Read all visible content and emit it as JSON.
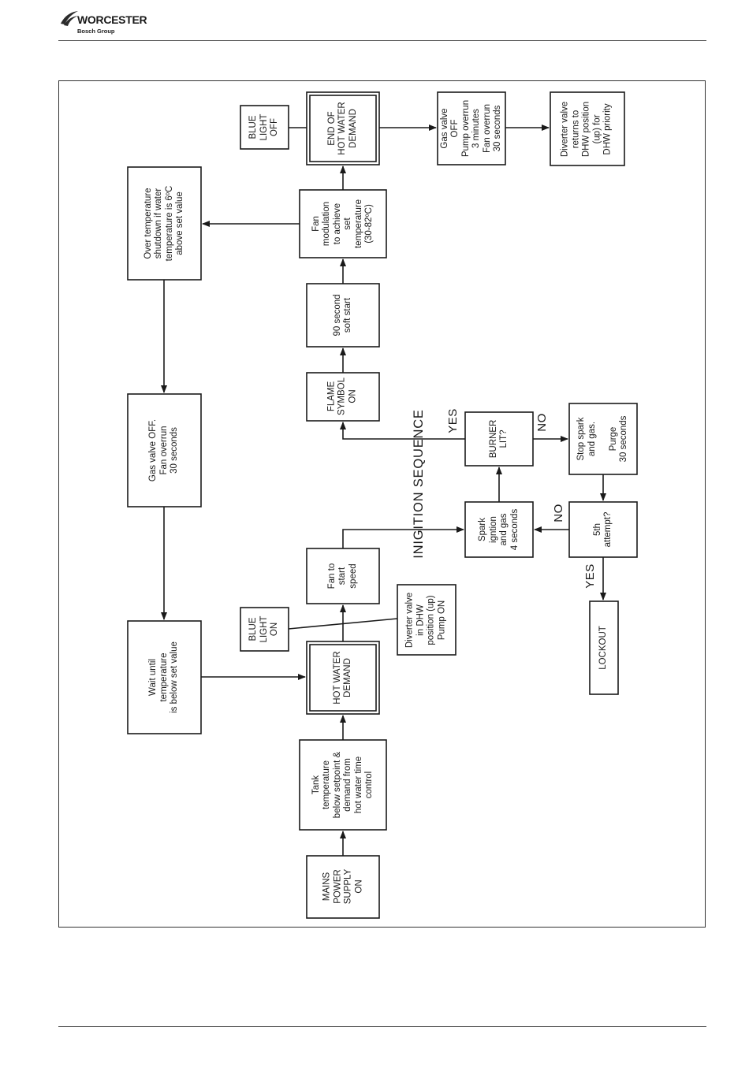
{
  "header": {
    "brand": "WORCESTER",
    "group": "Bosch Group"
  },
  "flowchart": {
    "mains": [
      "MAINS",
      "POWER",
      "SUPPLY",
      "ON"
    ],
    "tank": [
      "Tank",
      "temperature",
      "below setpoint &",
      "demand from",
      "hot water time",
      "control"
    ],
    "hot_water_demand": [
      "HOT WATER",
      "DEMAND"
    ],
    "blue_light_on": [
      "BLUE",
      "LIGHT",
      "ON"
    ],
    "diverter_dhw": [
      "Diverter valve",
      "in DHW",
      "position (up)",
      "Pump ON"
    ],
    "fan_to_start": [
      "Fan to",
      "start",
      "speed"
    ],
    "spark_ignition": [
      "Spark",
      "igntion",
      "and gas",
      "4 seconds"
    ],
    "burner_lit": [
      "BURNER",
      "LIT?"
    ],
    "stop_spark": [
      "Stop spark",
      "and gas.",
      "",
      "Purge",
      "30 seconds"
    ],
    "fifth_attempt": [
      "5th",
      "attempt?"
    ],
    "lockout": [
      "LOCKOUT"
    ],
    "flame_symbol": [
      "FLAME",
      "SYMBOL",
      "ON"
    ],
    "soft_start": [
      "90 second",
      "soft start"
    ],
    "fan_modulation": [
      "Fan",
      "modulation",
      "to achieve",
      "set",
      "temperature",
      "(30-82ºC)"
    ],
    "over_temperature": [
      "Over temperature",
      "shutdown if water",
      "temperature is 6ºC",
      "above set value"
    ],
    "gas_valve_off_fan": [
      "Gas valve OFF.",
      "Fan overrun",
      "30 seconds"
    ],
    "wait_until": [
      "Wait until",
      "temperature",
      "is below set value"
    ],
    "blue_light_off": [
      "BLUE",
      "LIGHT",
      "OFF"
    ],
    "end_hot_water_demand": [
      "END OF",
      "HOT WATER",
      "DEMAND"
    ],
    "gas_valve_pump": [
      "Gas valve",
      "OFF",
      "Pump overrun",
      "3 minutes",
      "Fan overrun",
      "30 seconds"
    ],
    "diverter_returns": [
      "Diverter valve",
      "returns to",
      "DHW position",
      "(up) for",
      "DHW priority"
    ],
    "ignition_sequence_label": "INIGITION SEQUENCE",
    "yes_label_1": "YES",
    "no_label_1": "NO",
    "no_label_2": "NO",
    "yes_label_2": "YES"
  }
}
